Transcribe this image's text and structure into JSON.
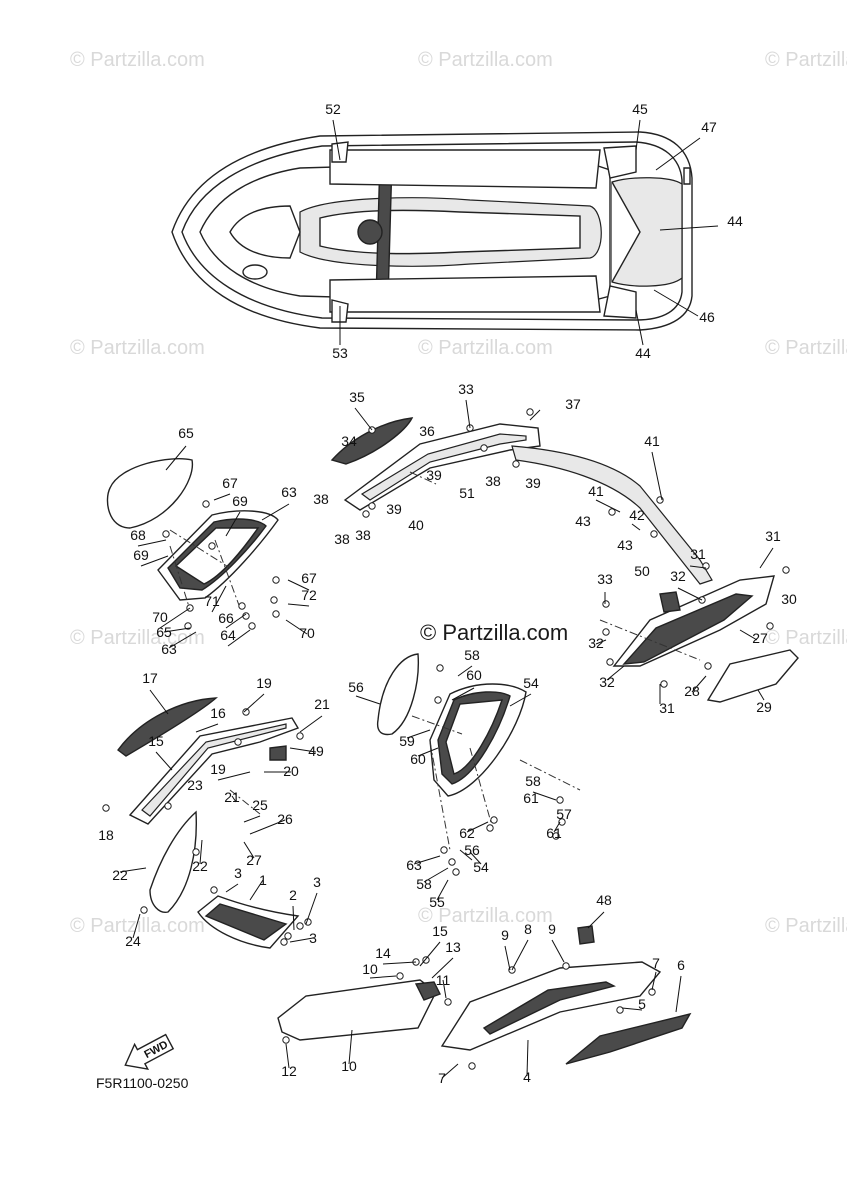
{
  "watermark_text": "© Partzilla.com",
  "center_credit": "© Partzilla.com",
  "diagram_code": "F5R1100-0250",
  "fwd_label": "FWD",
  "callouts": [
    "1",
    "2",
    "3",
    "3",
    "3",
    "4",
    "5",
    "6",
    "7",
    "7",
    "8",
    "9",
    "9",
    "10",
    "10",
    "11",
    "12",
    "13",
    "14",
    "15",
    "15",
    "16",
    "17",
    "18",
    "19",
    "19",
    "20",
    "21",
    "21",
    "22",
    "22",
    "23",
    "24",
    "25",
    "26",
    "27",
    "27",
    "28",
    "29",
    "30",
    "31",
    "31",
    "31",
    "32",
    "32",
    "32",
    "33",
    "33",
    "34",
    "35",
    "36",
    "37",
    "38",
    "38",
    "38",
    "38",
    "39",
    "39",
    "39",
    "40",
    "41",
    "41",
    "42",
    "43",
    "43",
    "44",
    "44",
    "45",
    "46",
    "47",
    "48",
    "49",
    "50",
    "51",
    "52",
    "53",
    "54",
    "54",
    "55",
    "56",
    "56",
    "57",
    "58",
    "58",
    "58",
    "59",
    "60",
    "60",
    "61",
    "61",
    "62",
    "63",
    "63",
    "63",
    "64",
    "65",
    "65",
    "66",
    "67",
    "67",
    "68",
    "69",
    "69",
    "70",
    "70",
    "71",
    "72",
    "72",
    "72"
  ]
}
